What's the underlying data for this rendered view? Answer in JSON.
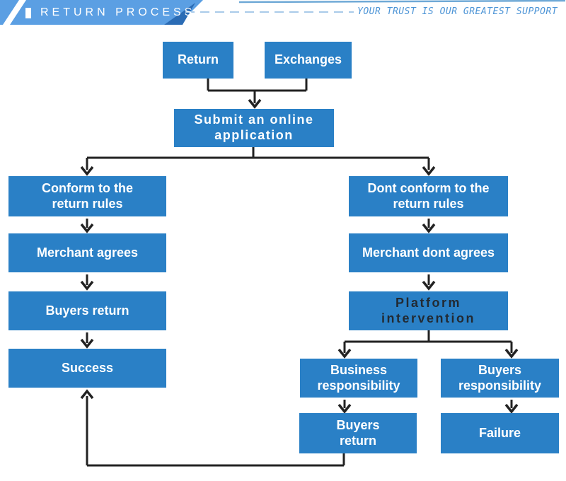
{
  "header": {
    "title": "RETURN PROCESS",
    "tagline": "YOUR TRUST IS OUR GREATEST SUPPORT"
  },
  "colors": {
    "box-blue": "#2A80C6",
    "banner-blue": "#5B9FE3",
    "banner-fold": "#2B6CB5",
    "dash-blue": "#A9CBE9",
    "tagline-blue": "#4C94D6",
    "edge-line-blue": "#6FA9D6",
    "line-dark": "#222222",
    "platform-text": "#222A33"
  },
  "nodes": {
    "return": {
      "label": "Return"
    },
    "exchanges": {
      "label": "Exchanges"
    },
    "submit": {
      "label": "Submit an online\napplication"
    },
    "conform": {
      "label": "Conform to the\nreturn rules"
    },
    "dont_conform": {
      "label": "Dont conform to the\nreturn rules"
    },
    "merchant_agrees": {
      "label": "Merchant agrees"
    },
    "merchant_dont_agrees": {
      "label": "Merchant dont agrees"
    },
    "buyers_return": {
      "label": "Buyers return"
    },
    "platform_intervention": {
      "label": "Platform\nintervention"
    },
    "success": {
      "label": "Success"
    },
    "business_responsibility": {
      "label": "Business\nresponsibility"
    },
    "buyers_responsibility": {
      "label": "Buyers\nresponsibility"
    },
    "buyers_return_2": {
      "label": "Buyers\nreturn"
    },
    "failure": {
      "label": "Failure"
    }
  }
}
